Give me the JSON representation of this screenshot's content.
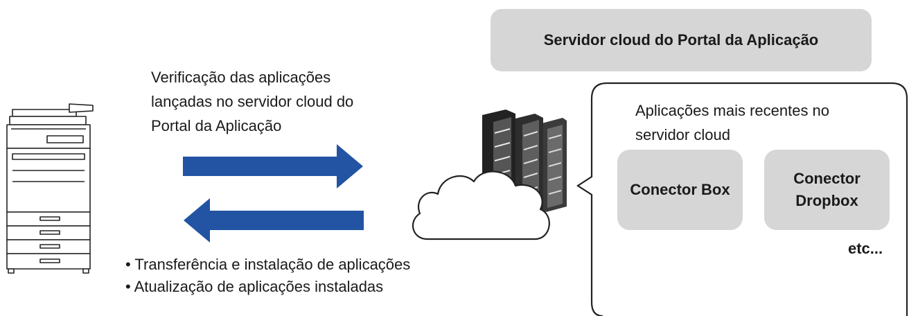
{
  "portal_server": {
    "label": "Servidor cloud do Portal da Aplicação"
  },
  "verification": {
    "lines": [
      "Verificação das aplicações",
      "lançadas no servidor cloud do",
      "Portal da Aplicação"
    ]
  },
  "actions": {
    "items": [
      "• Transferência e instalação de aplicações",
      "• Atualização de aplicações instaladas"
    ]
  },
  "bubble": {
    "title_lines": [
      "Aplicações mais recentes no",
      "servidor cloud"
    ],
    "apps": [
      {
        "lines": [
          "Conector Box"
        ]
      },
      {
        "lines": [
          "Conector",
          "Dropbox"
        ]
      }
    ],
    "etc": "etc..."
  },
  "colors": {
    "arrow": "#2353a3",
    "tile": "#d6d6d6",
    "portal_box": "#d6d6d6",
    "outline": "#222222"
  },
  "icons": [
    "printer-icon",
    "server-rack-icon",
    "cloud-icon"
  ]
}
